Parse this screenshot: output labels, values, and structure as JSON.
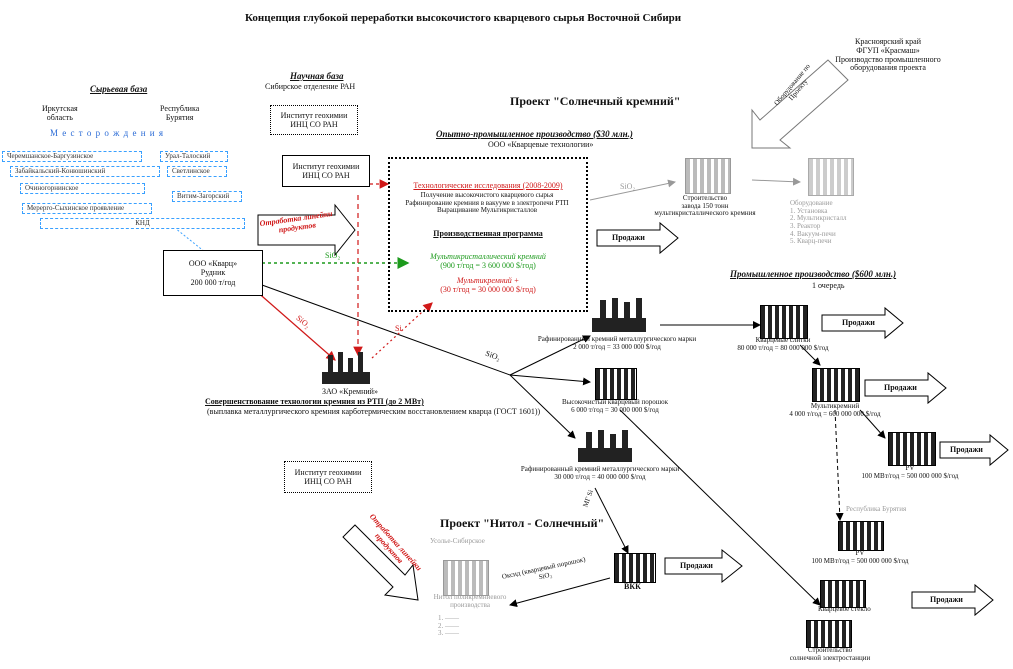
{
  "title": "Концепция глубокой переработки высокочистого кварцевого сырья Восточной Сибири",
  "raw_base": {
    "heading": "Сырьевая база",
    "region_left": [
      "Иркутская",
      "область"
    ],
    "region_right": [
      "Республика",
      "Бурятия"
    ],
    "deposits_row": "М е с т о р о ж д е н и я",
    "deposits": [
      "Черемшанское-Баргузинское",
      "Урал-Талоский",
      "Забайкальский-Конюшинский",
      "Светлинское",
      "Очиногорнинское",
      "Витим-Загорский",
      "Мерерго-Сыхинское проявление",
      "КНД"
    ]
  },
  "science_base": {
    "heading": "Научная база",
    "sub": "Сибирское отделение РАН",
    "inst_geo": [
      "Институт геохимии",
      "ИНЦ СО РАН"
    ],
    "inst_phys": [
      "Институт геохимии",
      "ИНЦ СО РАН"
    ],
    "inst_chem": [
      "Институт геохимии",
      "ИНЦ СО РАН"
    ]
  },
  "company_ore": [
    "ООО «Кварц»",
    "Рудник",
    "200 000 т/год"
  ],
  "plant_kremniy": [
    "ЗАО «Кремний»"
  ],
  "plant_kremniy_desc1": "Совершенствование технологии кремния из РТП (до 2 МВт)",
  "plant_kremniy_desc2": "(выплавка металлургического кремния карботермическим восстановлением кварца (ГОСТ 1601))",
  "project_solar": "Проект \"Солнечный кремний\"",
  "pilot": {
    "heading": "Опытно-промышленное производство ($30 млн.)",
    "company": "ООО «Кварцевые технологии»",
    "subheading": "Технологические исследования (2008-2009)",
    "lines": [
      "Получение высокочистого кварцевого сырья",
      "Рафинирование кремния в вакууме в электропечи РТП",
      "Выращивание Мультикристаллов"
    ],
    "program_heading": "Производственная программа",
    "prog1": [
      "Мультикристаллический кремний",
      "(900 т/год = 3 600 000 $/год)"
    ],
    "prog2": [
      "Мультикремний +",
      "(30 т/год = 30 000 000 $/год)"
    ]
  },
  "arrow_labels": {
    "refine_left": [
      "Отработка линейки",
      "продуктов"
    ],
    "refine_bottom": [
      "Отработка линейки",
      "продуктов"
    ],
    "equipment": [
      "Оборудование по",
      "Проекту"
    ],
    "sio2": "SiO₂",
    "si": "Si",
    "mg_si": "МГ Si"
  },
  "sales_label": "Продажи",
  "krasnoyarsk": [
    "Красноярский край",
    "ФГУП «Красмаш»",
    "Производство промышленного",
    "оборудования проекта"
  ],
  "pilot_plant_label": [
    "Строительство",
    "завода 150 тонн",
    "мультикристаллического кремния"
  ],
  "equip_list": [
    "Оборудование",
    "1. Установка",
    "2. Мультикристалл",
    "3. Реактор",
    "4. Вакуум-печи",
    "5. Кварц-печи"
  ],
  "industrial": {
    "heading": "Промышленное производство ($600 млн.)",
    "sub": "1 очередь"
  },
  "industrial_plants": [
    {
      "label": [
        "Рафинированный кремний металлургического марки",
        "2 000 т/год = 33 000 000 $/год"
      ]
    },
    {
      "label": [
        "Высокочистый кварцевый порошок",
        "6 000 т/год = 30 000 000 $/год"
      ]
    },
    {
      "label": [
        "Рафинированный кремний металлургического марки",
        "30 000 т/год = 40 000 000 $/год"
      ]
    },
    {
      "label": [
        "Кварцевые слитки",
        "80 000 т/год = 80 000 000 $/год"
      ]
    },
    {
      "label": [
        "Мультикремний",
        "4 000 т/год = 600 000 000 $/год"
      ]
    },
    {
      "label": [
        "PV",
        "100 МВт/год = 500 000 000 $/год"
      ]
    }
  ],
  "buryatia": "Республика Бурятия",
  "pv2": [
    "PV",
    "100 МВт/год = 500 000 000 $/год"
  ],
  "quartz_wire": [
    "Кварцевое стекло"
  ],
  "solar_station": [
    "Строительство",
    "солнечной электростанции"
  ],
  "project_nitol": "Проект \"Нитол - Солнечный\"",
  "usolye": "Усолье-Сибирское",
  "polysilicon_plant": [
    "Нитол поликремниевого",
    "производства"
  ],
  "nitol_list": [
    "1. ——",
    "2. ——",
    "3. ——"
  ],
  "vkk": "ВКК",
  "cotton_label": [
    "Оксид (кварцевый порошок)",
    "SiO₂"
  ]
}
